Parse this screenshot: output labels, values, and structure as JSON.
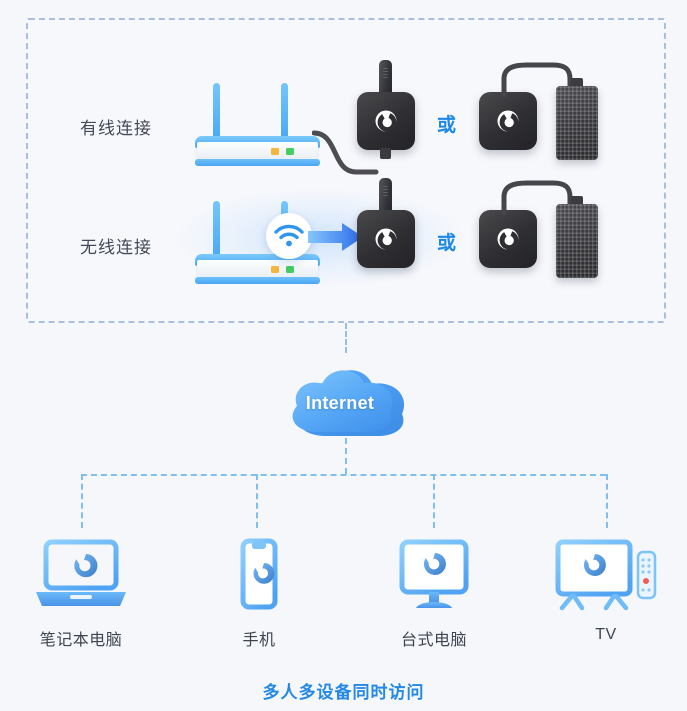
{
  "background_color": "#f5f7fb",
  "accent_color": "#2488e6",
  "panel": {
    "border_color": "#aabfe0",
    "rows": [
      {
        "label": "有线连接",
        "type": "wired",
        "source_icon": "router-icon",
        "connector": "ethernet-cable",
        "option_a_icon": "nas-box-with-usb-icon",
        "or_label": "或",
        "option_b_icon": "nas-box-with-external-drive-icon"
      },
      {
        "label": "无线连接",
        "type": "wireless",
        "source_icon": "router-icon",
        "connector": "wifi-signal-icon",
        "arrow_icon": "arrow-right-icon",
        "option_a_icon": "nas-box-with-usb-icon",
        "or_label": "或",
        "option_b_icon": "nas-box-with-external-drive-icon"
      }
    ]
  },
  "cloud": {
    "label": "Internet",
    "icon": "cloud-icon",
    "color_light": "#6fb8fb",
    "color_dark": "#3f92ef"
  },
  "connectors": {
    "line_color": "#7fc0f2",
    "style": "dashed"
  },
  "devices": [
    {
      "label": "笔记本电脑",
      "icon": "laptop-icon"
    },
    {
      "label": "手机",
      "icon": "smartphone-icon"
    },
    {
      "label": "台式电脑",
      "icon": "desktop-monitor-icon"
    },
    {
      "label": "TV",
      "icon": "tv-with-remote-icon"
    }
  ],
  "caption": "多人多设备同时访问"
}
